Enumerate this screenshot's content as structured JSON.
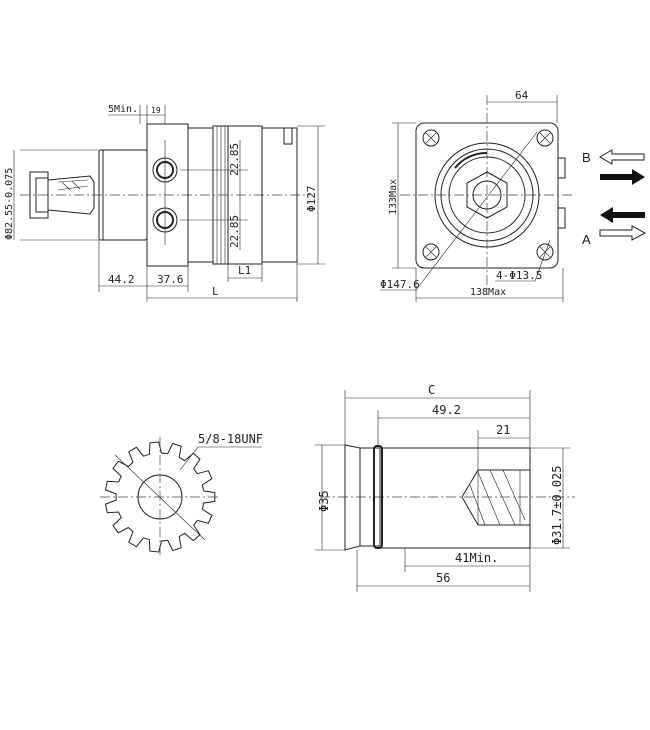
{
  "side_view": {
    "dim_5min": "5Min.",
    "dim_19": "19",
    "dim_pilot": "Φ82.55-0.075",
    "dim_port_upper": "22.85",
    "dim_port_lower": "22.85",
    "dim_body": "Φ127",
    "dim_44_2": "44.2",
    "dim_37_6": "37.6",
    "dim_L1": "L1",
    "dim_L": "L"
  },
  "front_view": {
    "dim_64": "64",
    "dim_133": "133Max",
    "dim_138": "138Max",
    "dim_bolt_circle": "Φ147.6",
    "dim_holes": "4-Φ13.5",
    "port_b": "B",
    "port_a": "A"
  },
  "spline_view": {
    "thread_label": "5/8-18UNF"
  },
  "shaft_view": {
    "dim_C": "C",
    "dim_49_2": "49.2",
    "dim_21": "21",
    "dim_35": "Φ35",
    "dim_31_7": "Φ31.7±0.025",
    "dim_41": "41Min.",
    "dim_56": "56"
  }
}
